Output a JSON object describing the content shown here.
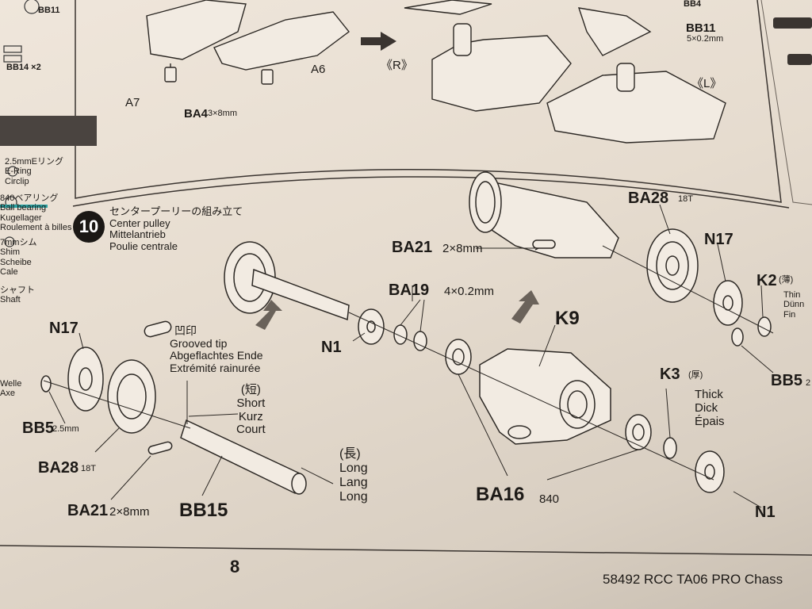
{
  "left_column": {
    "top_codes": [
      "BB11",
      "BB14 ×2"
    ],
    "items": [
      "2.5mmEリング",
      "E-Ring",
      "Circlip",
      "840ベアリング",
      "Ball bearing",
      "Kugellager",
      "Roulement à billes",
      "7mmシム",
      "Shim",
      "Scheibe",
      "Cale",
      "シャフト",
      "Shaft",
      "Welle",
      "Axe"
    ]
  },
  "top_step": {
    "labels": {
      "a7": "A7",
      "ba4": "BA4",
      "ba4_size": "3×8mm",
      "a6": "A6",
      "r": "《R》",
      "l": "《L》",
      "bb4": "BB4",
      "bb11": "BB11",
      "bb11_size": "5×0.2mm"
    }
  },
  "step10": {
    "number": "10",
    "title_jp": "センタープーリーの組み立て",
    "title_en": "Center pulley",
    "title_de": "Mittelantrieb",
    "title_fr": "Poulie centrale"
  },
  "parts": {
    "ba21_top": "BA21",
    "ba21_top_size": "2×8mm",
    "ba28_top": "BA28",
    "ba28_top_teeth": "18T",
    "n17_top": "N17",
    "k2": "K2",
    "k2_jp": "(薄)",
    "k2_en": "Thin",
    "k2_de": "Dünn",
    "k2_fr": "Fin",
    "bb5_right": "BB5",
    "bb5_right_size": "2",
    "ba19": "BA19",
    "ba19_size": "4×0.2mm",
    "n1_left": "N1",
    "k9": "K9",
    "k3": "K3",
    "k3_jp": "(厚)",
    "k3_en": "Thick",
    "k3_de": "Dick",
    "k3_fr": "Épais",
    "ba16": "BA16",
    "ba16_code": "840",
    "n1_right": "N1",
    "n17_left": "N17",
    "bb5_left": "BB5",
    "bb5_left_size": "2.5mm",
    "ba28_left": "BA28",
    "ba28_left_teeth": "18T",
    "ba21_left": "BA21",
    "ba21_left_size": "2×8mm",
    "bb15": "BB15",
    "groove_jp": "凹印",
    "groove_en": "Grooved tip",
    "groove_de": "Abgeflachtes Ende",
    "groove_fr": "Extrémité rainurée",
    "short_jp": "(短)",
    "short_en": "Short",
    "short_de": "Kurz",
    "short_fr": "Court",
    "long_jp": "(長)",
    "long_en": "Long",
    "long_de": "Lang",
    "long_fr": "Long"
  },
  "footer": {
    "page_number": "8",
    "model": "58492  RCC TA06 PRO Chass"
  }
}
